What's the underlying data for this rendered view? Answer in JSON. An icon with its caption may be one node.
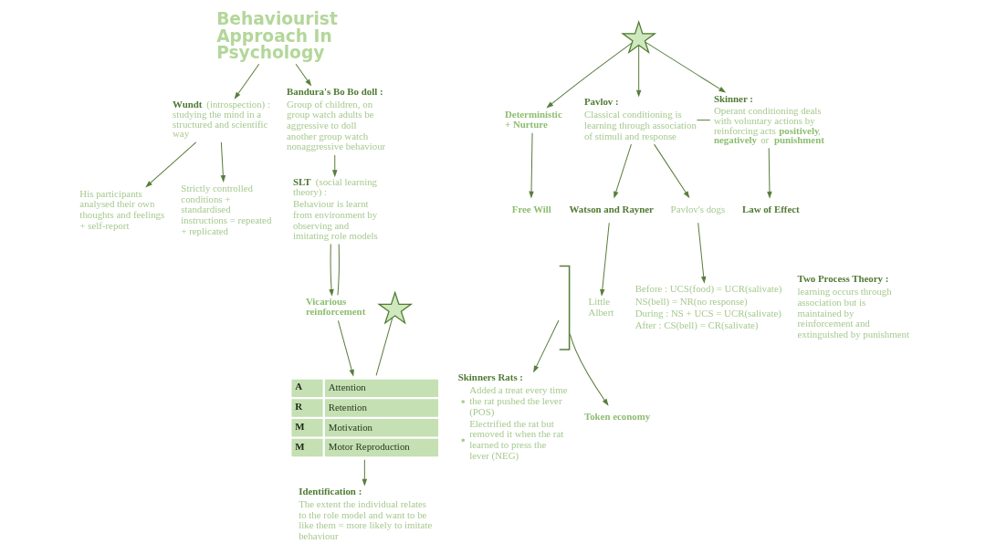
{
  "diagram": {
    "nodes": [
      {
        "text": [
          "Identification :",
          "The extent the individual relates to the role model and want to be like them = more likely to imitate behaviour"
        ]
      },
      {
        "text": [
          "Skinners Rats :",
          "Added a treat every time the rat pushed the lever (POS)",
          "Electrified the rat but removed it when the rat learned to press the lever (NEG)"
        ]
      },
      {
        "text": [
          "Before : UCS(food) = UCR(salivate)",
          "NS(bell) = NR(no response)",
          "During : NS + UCS = UCR(salivate)",
          "After : CS(bell) = CR(salivate)"
        ]
      },
      {
        "text": [
          "Little Albert"
        ]
      },
      {
        "text": [
          "Free Will"
        ]
      },
      {
        "text": [
          "A",
          "Attention",
          "R",
          "Retention",
          "M",
          "Motivation",
          "M",
          "Motor Reproduction"
        ]
      },
      {
        "text": [
          "Watson and Rayner"
        ]
      },
      {
        "text": [
          "Pavlov's dogs"
        ]
      },
      {
        "text": [
          "Token economy"
        ]
      },
      {
        "text": [
          "Deterministic + Nurture"
        ]
      },
      {
        "text": [
          "Pavlov :",
          "Classical conditioning is learning through association of stimuli and response"
        ]
      },
      {
        "text": [],
        "shape": "brace"
      },
      {
        "text": [],
        "shape": "star"
      },
      {
        "text": [
          "Two Process Theory :",
          "learning occurs through association but is maintained by reinforcement and extinguished by punishment"
        ]
      },
      {
        "text": [
          "Vicarious reinforcement"
        ]
      },
      {
        "text": [
          "Behaviourist Approach In Psychology"
        ]
      },
      {
        "text": [
          "Skinner :",
          "Operant conditioning deals with voluntary actions by reinforcing acts **positively**, **negatively** or **punishment**"
        ]
      },
      {
        "text": [],
        "shape": "star"
      },
      {
        "text": [
          "**SLT** (social learning theory) :",
          "Behaviour is learnt from environment by observing and imitating role models"
        ]
      },
      {
        "text": [
          "**Wundt** (introspection) : studying the mind in a structured and scientific way"
        ]
      },
      {
        "text": [
          "Law of Effect"
        ]
      },
      {
        "text": [
          "Bandura's Bo Bo doll :",
          "Group of children, on group watch adults be aggressive to doll another group watch nonaggressive behaviour"
        ]
      },
      {
        "text": [
          "His participants analysed their own thoughts and feelings + self-report"
        ]
      },
      {
        "text": [
          "Strictly controlled conditions + standardised instructions = repeated + replicated"
        ]
      }
    ],
    "edges": [
      {
        "from": 5,
        "to": 0,
        "arrow": "to"
      },
      {
        "from": 9,
        "to": 4,
        "arrow": "to"
      },
      {
        "from": 6,
        "to": 3,
        "arrow": "to"
      },
      {
        "from": 7,
        "to": 2,
        "arrow": "to"
      },
      {
        "from": 11,
        "to": 1,
        "arrow": "to"
      },
      {
        "from": 11,
        "to": 8,
        "arrow": "to"
      },
      {
        "from": 10,
        "to": 6,
        "arrow": "to"
      },
      {
        "from": 10,
        "to": 7,
        "arrow": "to"
      },
      {
        "from": 12,
        "to": 9,
        "arrow": "to"
      },
      {
        "from": 12,
        "to": 10,
        "arrow": "to"
      },
      {
        "from": 12,
        "to": 16,
        "arrow": "to"
      },
      {
        "from": 16,
        "to": 10,
        "arrow": "none"
      },
      {
        "from": 14,
        "to": 5,
        "arrow": "to"
      },
      {
        "from": 18,
        "to": 14,
        "arrow": "to"
      },
      {
        "from": 14,
        "to": 18,
        "arrow": "none"
      },
      {
        "from": 17,
        "to": 5,
        "arrow": "none"
      },
      {
        "from": 15,
        "to": 19,
        "arrow": "to"
      },
      {
        "from": 15,
        "to": 21,
        "arrow": "to"
      },
      {
        "from": 16,
        "to": 20,
        "arrow": "to"
      },
      {
        "from": 21,
        "to": 18,
        "arrow": "to"
      },
      {
        "from": 19,
        "to": 23,
        "arrow": "to"
      },
      {
        "from": 19,
        "to": 22,
        "arrow": "to"
      }
    ]
  }
}
